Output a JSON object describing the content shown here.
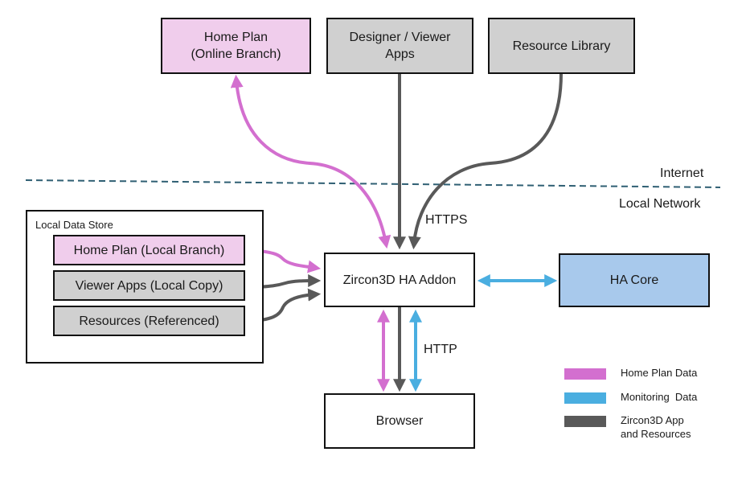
{
  "nodes": {
    "home_plan_online": {
      "line1": "Home Plan",
      "line2": "(Online Branch)"
    },
    "designer_viewer": {
      "line1": "Designer / Viewer",
      "line2": "Apps"
    },
    "resource_library": {
      "label": "Resource Library"
    },
    "addon": {
      "label": "Zircon3D HA Addon"
    },
    "ha_core": {
      "label": "HA Core"
    },
    "browser": {
      "label": "Browser"
    },
    "local_store": {
      "title": "Local Data Store",
      "items": [
        {
          "label": "Home Plan (Local Branch)"
        },
        {
          "label": "Viewer Apps (Local Copy)"
        },
        {
          "label": "Resources (Referenced)"
        }
      ]
    }
  },
  "zones": {
    "internet": "Internet",
    "local_network": "Local Network"
  },
  "protocols": {
    "https": "HTTPS",
    "http": "HTTP"
  },
  "legend": [
    {
      "label": "Home Plan Data",
      "color": "#d36fcf"
    },
    {
      "label": "Monitoring  Data",
      "color": "#4aaee0"
    },
    {
      "label_line1": "Zircon3D App",
      "label_line2": "and Resources",
      "color": "#595959"
    }
  ],
  "colors": {
    "home_plan": "#d36fcf",
    "monitoring": "#4aaee0",
    "app": "#595959",
    "boundary": "#2f5f73"
  }
}
